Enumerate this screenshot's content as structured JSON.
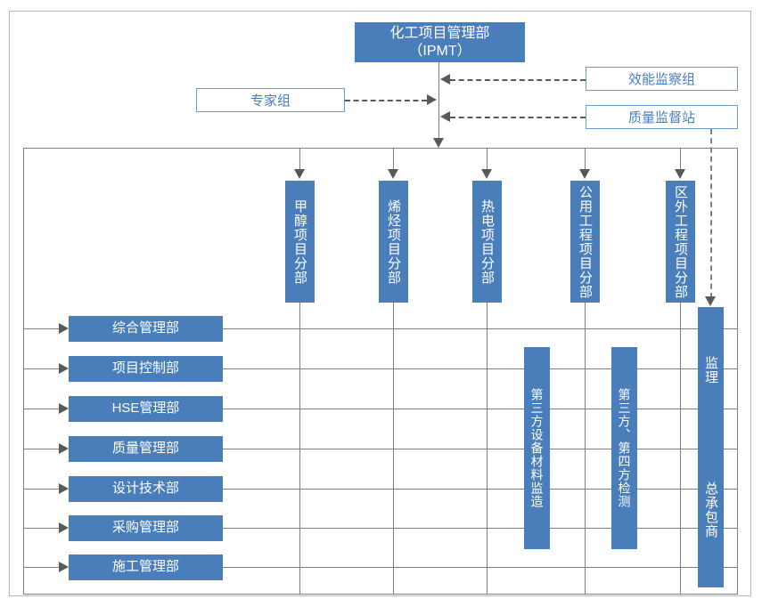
{
  "diagram": {
    "title_box": {
      "label": "化工项目管理部\n（IPMT）",
      "line1": "化工项目管理部",
      "line2": "（IPMT）"
    },
    "side_boxes": [
      {
        "name": "expert-group",
        "label": "专家组"
      },
      {
        "name": "efficiency-supervision-group",
        "label": "效能监察组"
      },
      {
        "name": "quality-supervision-station",
        "label": "质量监督站"
      }
    ],
    "project_divisions": [
      {
        "name": "methanol-project-division",
        "label": "甲醇项目分部"
      },
      {
        "name": "olefin-project-division",
        "label": "烯烃项目分部"
      },
      {
        "name": "thermal-power-project-division",
        "label": "热电项目分部"
      },
      {
        "name": "utility-engineering-project-division",
        "label": "公用工程项目分部"
      },
      {
        "name": "outside-area-engineering-project-division",
        "label": "区外工程项目分部"
      }
    ],
    "departments": [
      {
        "name": "general-management-dept",
        "label": "综合管理部"
      },
      {
        "name": "project-control-dept",
        "label": "项目控制部"
      },
      {
        "name": "hse-management-dept",
        "label": "HSE管理部"
      },
      {
        "name": "quality-management-dept",
        "label": "质量管理部"
      },
      {
        "name": "design-technology-dept",
        "label": "设计技术部"
      },
      {
        "name": "procurement-management-dept",
        "label": "采购管理部"
      },
      {
        "name": "construction-management-dept",
        "label": "施工管理部"
      }
    ],
    "third_party_boxes": [
      {
        "name": "third-party-equipment-material-supervision",
        "label": "第三方设备材料监造"
      },
      {
        "name": "third-party-fourth-party-inspection",
        "label": "第三方、第四方检测"
      }
    ],
    "contractor_column": {
      "supervision_label": "监理",
      "general_contractor_label": "总承包商"
    },
    "colors": {
      "fill": "#4a7ebb",
      "outline_border": "#6b9bd2",
      "outline_text": "#4a7ebb",
      "connector": "#7f7f7f",
      "arrow": "#595959",
      "frame_outer": "#b7b7b7",
      "frame_inner": "#808080"
    }
  }
}
